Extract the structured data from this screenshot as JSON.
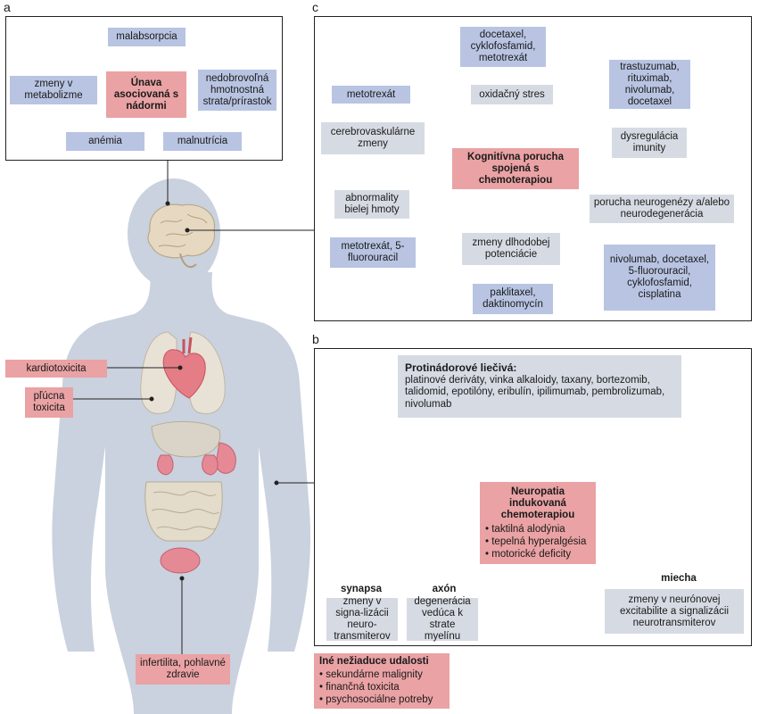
{
  "panel_labels": {
    "a": "a",
    "b": "b",
    "c": "c"
  },
  "panel_a": {
    "center": "Únava asociovaná s nádormi",
    "malabsorption": "malabsorpcia",
    "metabolism": "zmeny v metabolizme",
    "weight": "nedobrovoľná hmotnostná strata/prírastok",
    "anemia": "anémia",
    "malnutrition": "malnutrícia"
  },
  "panel_c": {
    "center": "Kognitívna porucha spojená s chemoterapiou",
    "oxidative_stress": "oxidačný stres",
    "oxidative_drugs": "docetaxel, cyklofosfamid, metotrexát",
    "immune": "dysregulácia imunity",
    "immune_drugs": "trastuzumab, rituximab, nivolumab, docetaxel",
    "neurogenesis": "porucha neurogenézy a/alebo neurodegenerácia",
    "neurogenesis_drugs": "nivolumab, docetaxel, 5-fluorouracil, cyklofosfamid, cisplatina",
    "potentiation": "zmeny dlhodobej potenciácie",
    "potentiation_drugs": "paklitaxel, daktinomycín",
    "white_matter": "abnormality bielej hmoty",
    "white_matter_drugs": "metotrexát, 5-fluorouracil",
    "cerebrovascular": "cerebrovaskulárne zmeny",
    "cerebrovascular_drugs": "metotrexát"
  },
  "panel_b": {
    "drugs_title": "Protinádorové liečivá:",
    "drugs_text": "platinové deriváty, vinka alkaloidy, taxany, bortezomib, talidomid, epotilóny, eribulín, ipilimumab, pembrolizumab, nivolumab",
    "center_title": "Neuropatia indukovaná chemoterapiou",
    "symptoms": [
      "taktilná alodýnia",
      "tepelná hyperalgésia",
      "motorické deficity"
    ],
    "synapse_label": "synapsa",
    "synapse_desc": "zmeny v signa-lizácii neuro-transmiterov",
    "axon_label": "axón",
    "axon_desc": "degenerácia vedúca k strate myelínu",
    "spine_label": "miecha",
    "spine_desc": "zmeny v neurónovej excitabilite a signalizácii neurotransmiterov"
  },
  "body": {
    "cardio": "kardiotoxicita",
    "pulmonary": "pľúcna toxicita",
    "infertility": "infertilita, pohlavné zdravie"
  },
  "other_events": {
    "title": "Iné nežiaduce udalosti",
    "items": [
      "sekundárne malignity",
      "finančná toxicita",
      "psychosociálne potreby"
    ]
  }
}
